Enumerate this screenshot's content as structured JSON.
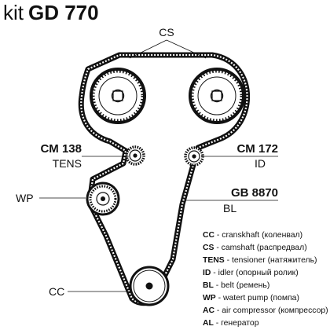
{
  "title": {
    "prefix": "kit",
    "code": "GD 770"
  },
  "callouts": {
    "cs": "CS",
    "tens_code": "CM 138",
    "tens_label": "TENS",
    "id_code": "CM 172",
    "id_label": "ID",
    "bl_code": "GB 8870",
    "bl_label": "BL",
    "wp": "WP",
    "cc": "CC"
  },
  "legend": [
    {
      "abbr": "CC",
      "text": " - cranskhaft (коленвал)"
    },
    {
      "abbr": "CS",
      "text": " - camshaft (распредвал)"
    },
    {
      "abbr": "TENS",
      "text": " - tensioner (натяжитель)"
    },
    {
      "abbr": "ID",
      "text": " - idler (опорный ролик)"
    },
    {
      "abbr": "BL",
      "text": " - belt (ремень)"
    },
    {
      "abbr": "WP",
      "text": " - watert pump (помпа)"
    },
    {
      "abbr": "AC",
      "text": " - air compressor (компрессор)"
    },
    {
      "abbr": "AL",
      "text": " - генератор"
    }
  ],
  "colors": {
    "ink": "#111111",
    "background": "#ffffff"
  }
}
